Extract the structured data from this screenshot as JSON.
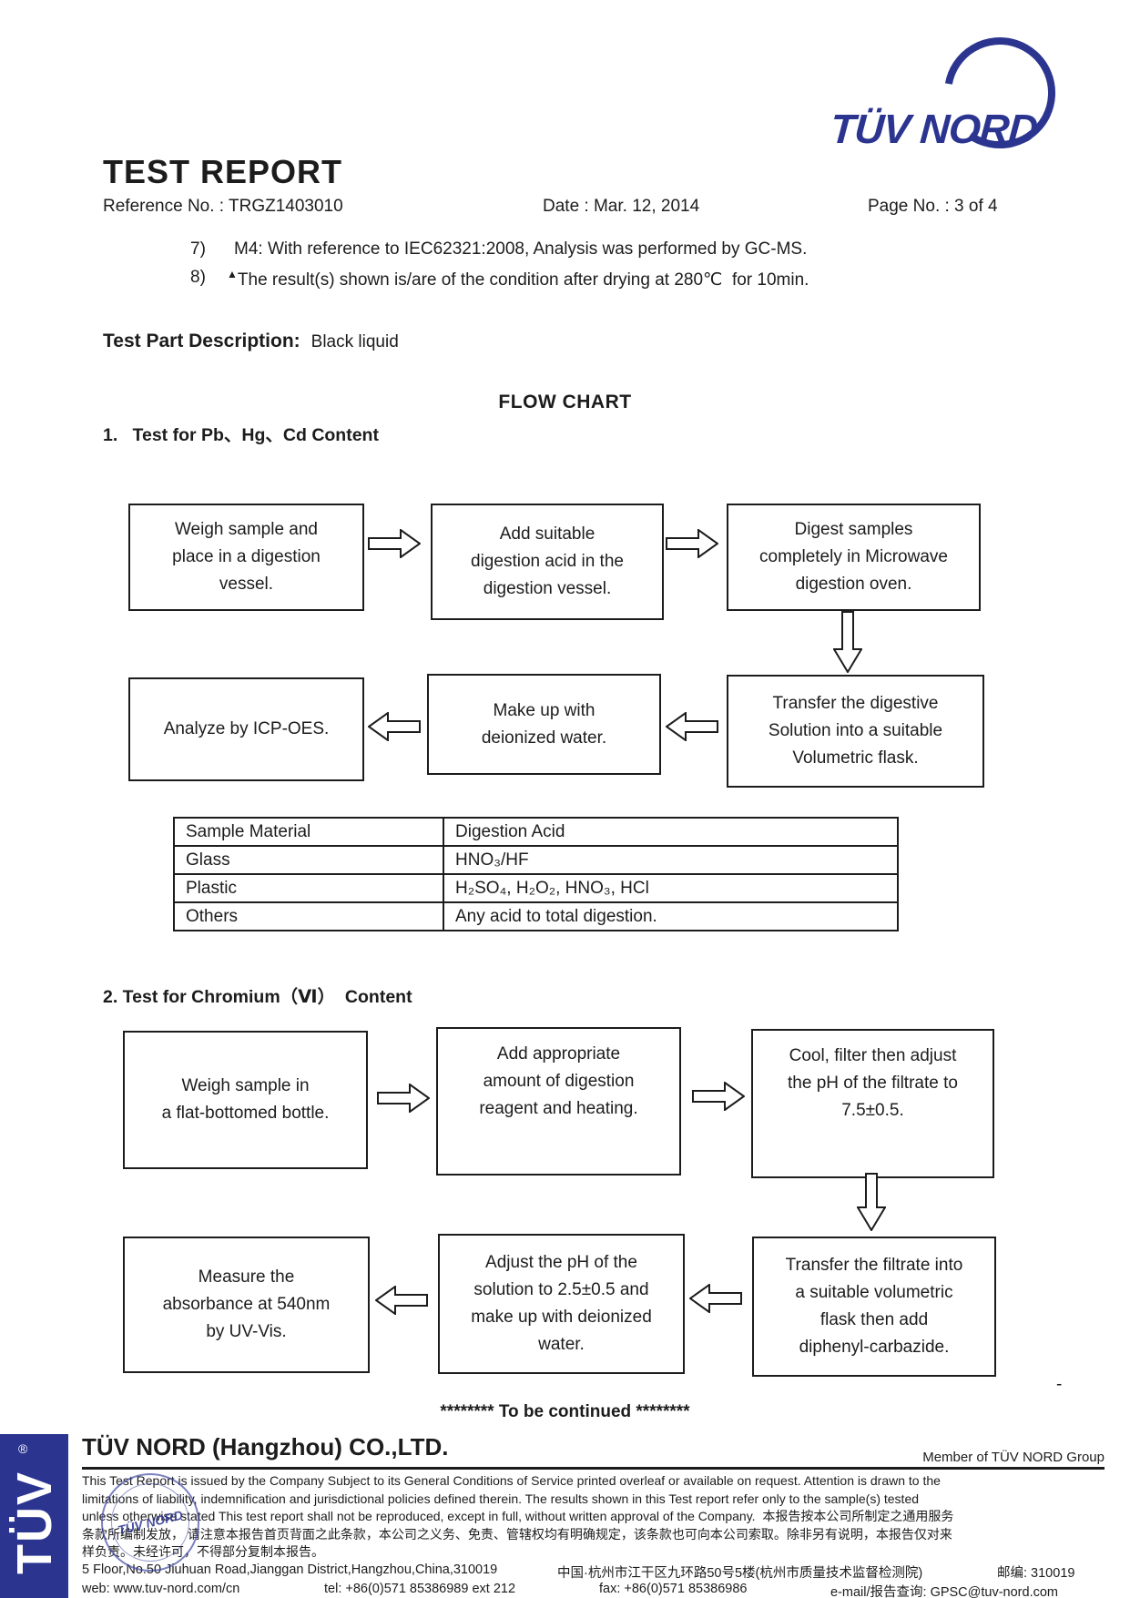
{
  "header": {
    "logo_text": "TÜV NORD",
    "title": "TEST REPORT",
    "reference": "Reference No. : TRGZ1403010",
    "date": "Date : Mar. 12, 2014",
    "page": "Page No. : 3 of 4"
  },
  "notes": {
    "n7_num": "7)",
    "n7_text": "M4: With reference to IEC62321:2008, Analysis was performed by GC-MS.",
    "n8_num": "8)",
    "n8_marker": "▲",
    "n8_text": "The result(s) shown is/are of the condition after drying at 280℃  for 10min."
  },
  "test_part": {
    "label": "Test Part Description:",
    "value": "Black liquid"
  },
  "flow_chart": {
    "title": "FLOW CHART",
    "section1": {
      "heading": "1.   Test for Pb、Hg、Cd Content",
      "box1": "Weigh sample and\nplace in a digestion\nvessel.",
      "box2": "Add suitable\ndigestion acid in the\ndigestion vessel.",
      "box3": "Digest samples\ncompletely in Microwave\ndigestion oven.",
      "box4": "Transfer the digestive\nSolution into a suitable\nVolumetric flask.",
      "box5": "Make up with\ndeionized water.",
      "box6": "Analyze by ICP-OES."
    },
    "acid_table": {
      "headers": [
        "Sample Material",
        "Digestion Acid"
      ],
      "rows": [
        [
          "Glass",
          "HNO₃/HF"
        ],
        [
          "Plastic",
          "H₂SO₄, H₂O₂, HNO₃, HCl"
        ],
        [
          "Others",
          "Any acid to total digestion."
        ]
      ]
    },
    "section2": {
      "heading": "2. Test for Chromium（Ⅵ）  Content",
      "box1": "Weigh sample in\na flat-bottomed bottle.",
      "box2": "Add appropriate\namount of digestion\nreagent and heating.",
      "box3": "Cool, filter then adjust\nthe pH of the filtrate to\n7.5±0.5.",
      "box4": "Transfer the filtrate into\na suitable volumetric\nflask then add\ndiphenyl-carbazide.",
      "box5": "Adjust the pH of the\nsolution to 2.5±0.5 and\nmake up with deionized\nwater.",
      "box6": "Measure the\nabsorbance at 540nm\nby UV-Vis."
    },
    "stray_dash": "-",
    "continued": "******** To be continued ********"
  },
  "footer": {
    "company": "TÜV NORD (Hangzhou) CO.,LTD.",
    "member": "Member of TÜV NORD Group",
    "disclaimer": [
      "This Test Report is issued by the Company Subject to its General Conditions of Service printed overleaf or available on request. Attention is drawn to the",
      "limitations of liability, indemnification and jurisdictional policies defined therein. The results shown in this Test report refer only to the sample(s) tested",
      "unless otherwise stated This test report shall not be reproduced, except in full, without written approval of the Company.  本报告按本公司所制定之通用服务",
      "条款所编制发放， 请注意本报告首页背面之此条款，本公司之义务、免责、管辖权均有明确规定，该条款也可向本公司索取。除非另有说明，本报告仅对来",
      "样负责。未经许可，不得部分复制本报告。"
    ],
    "address_en": "5 Floor,No.50 Jiuhuan Road,Jianggan District,Hangzhou,China,310019",
    "address_cn": "中国·杭州市江干区九环路50号5楼(杭州市质量技术监督检测院)",
    "postal": "邮编: 310019",
    "web": "web: www.tuv-nord.com/cn",
    "tel": "tel: +86(0)571 85386989 ext 212",
    "fax": "fax: +86(0)571 85386986",
    "email": "e-mail/报告查询: GPSC@tuv-nord.com",
    "sidebar_text": "TÜV",
    "sidebar_reg": "®",
    "stamp_text": "TÜV NORD"
  },
  "colors": {
    "brand_blue": "#2b3590"
  }
}
